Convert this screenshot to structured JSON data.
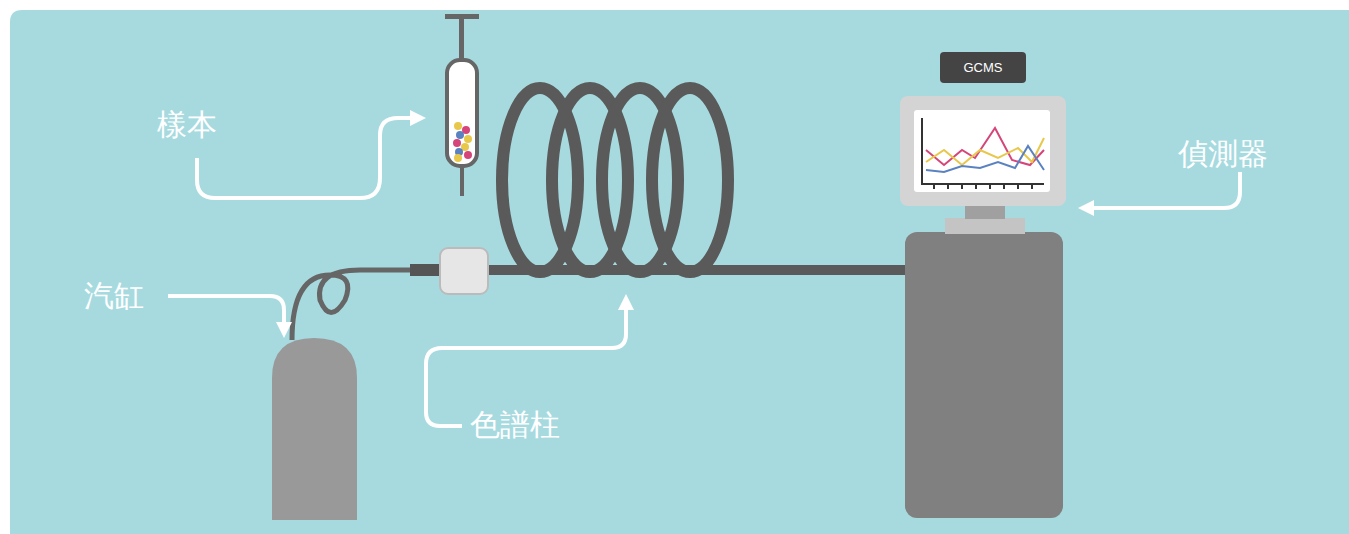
{
  "diagram": {
    "nodes": [
      {
        "text": [
          "GCMS"
        ]
      }
    ],
    "labels": [
      "樣本",
      "汽缸",
      "色譜柱",
      "偵測器"
    ]
  }
}
